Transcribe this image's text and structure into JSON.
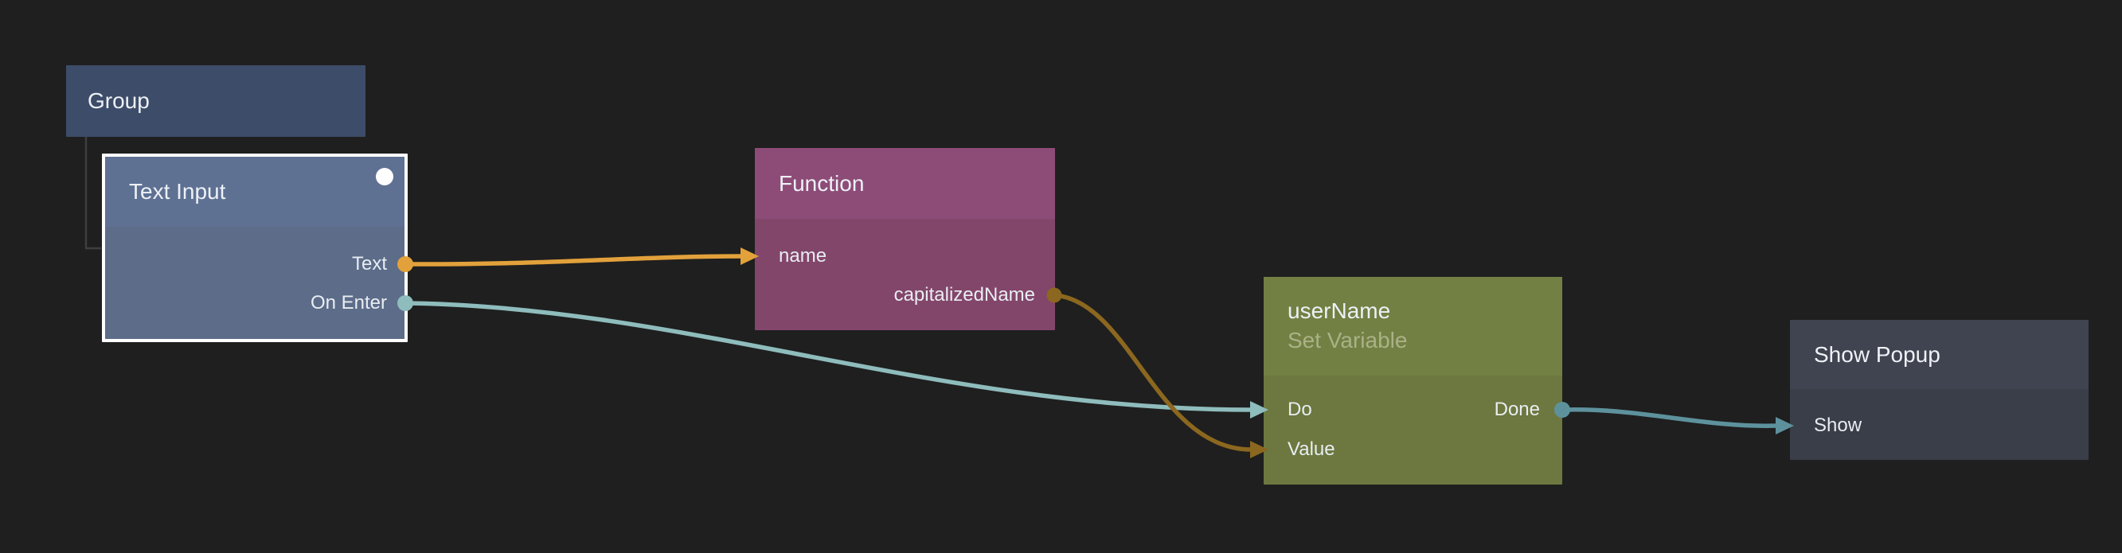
{
  "canvas": {
    "background": "#1f1f1f"
  },
  "group_connector": {
    "color": "#3f3f3f"
  },
  "nodes": {
    "group": {
      "title": "Group",
      "color": "#3d4c68"
    },
    "text_input": {
      "title": "Text Input",
      "header_color": "#5e7193",
      "body_color": "#5c6c89",
      "selection_border_color": "#ffffff",
      "indicator_color": "#ffffff",
      "outputs": [
        {
          "label": "Text",
          "color": "#e2a13b"
        },
        {
          "label": "On Enter",
          "color": "#8fbcbc"
        }
      ]
    },
    "function": {
      "title": "Function",
      "header_color": "#8d4c78",
      "body_color": "#83466b",
      "inputs": [
        {
          "label": "name",
          "color": "#e2a13b"
        }
      ],
      "outputs": [
        {
          "label": "capitalizedName",
          "color": "#8b671f"
        }
      ]
    },
    "set_variable": {
      "title": "userName",
      "subtitle": "Set Variable",
      "subtitle_color": "#a9b287",
      "header_color": "#738044",
      "body_color": "#6c783f",
      "inputs": [
        {
          "label": "Do",
          "color": "#8fb6c2"
        },
        {
          "label": "Value",
          "color": "#8b671f"
        }
      ],
      "outputs": [
        {
          "label": "Done",
          "color": "#5d929d"
        }
      ]
    },
    "show_popup": {
      "title": "Show Popup",
      "header_color": "#404450",
      "body_color": "#3a3e48",
      "inputs": [
        {
          "label": "Show",
          "color": "#5d929d"
        }
      ]
    }
  },
  "connections": [
    {
      "from": "Text Input.Text",
      "to": "Function.name",
      "color": "#e2a13b"
    },
    {
      "from": "Text Input.On Enter",
      "to": "userName.Do",
      "color": "#8fbcbc"
    },
    {
      "from": "Function.capitalizedName",
      "to": "userName.Value",
      "color": "#8b671f"
    },
    {
      "from": "userName.Done",
      "to": "Show Popup.Show",
      "color": "#5d929d"
    }
  ]
}
